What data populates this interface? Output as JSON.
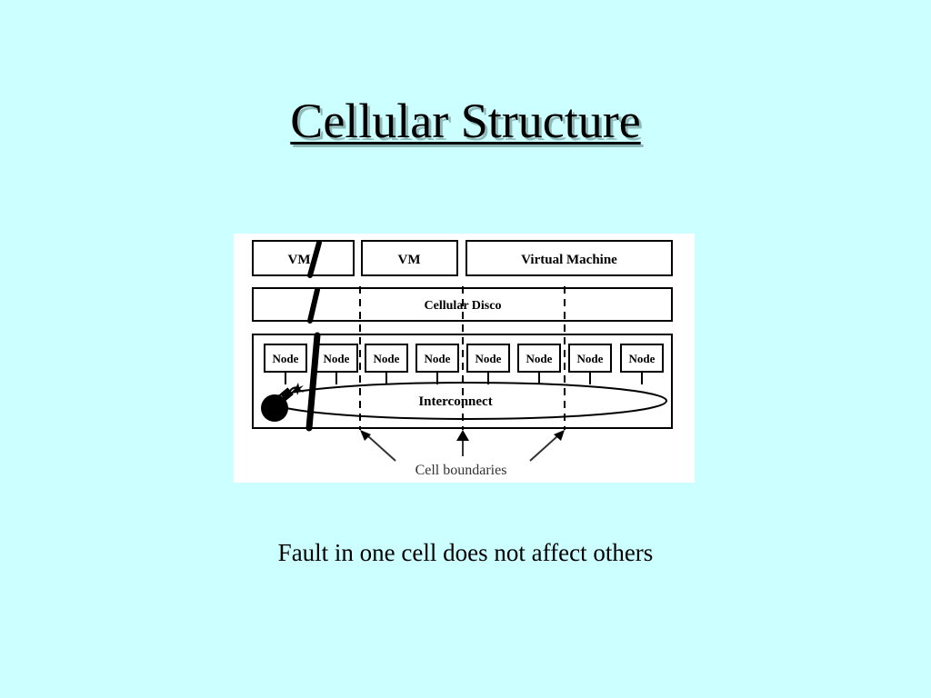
{
  "slide": {
    "title": "Cellular Structure",
    "caption": "Fault in one cell does not affect others"
  },
  "diagram": {
    "vm_small_label": "VM",
    "vm_label": "VM",
    "virtual_machine_label": "Virtual Machine",
    "cellular_disco_label": "Cellular Disco",
    "node_label": "Node",
    "node_count": 8,
    "interconnect_label": "Interconnect",
    "cell_boundaries_label": "Cell boundaries"
  }
}
